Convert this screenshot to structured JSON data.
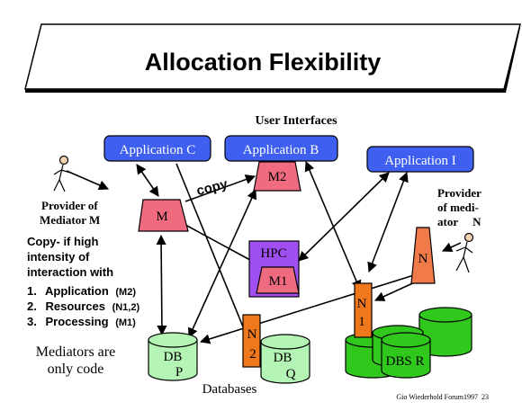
{
  "slide": {
    "title": "Allocation Flexibility",
    "footer": "Gio Wiederhold Forum1997  23"
  },
  "labels": {
    "user_interfaces": "User Interfaces",
    "databases": "Databases",
    "copy": "copy",
    "provider_m": [
      "Provider of",
      "Mediator M"
    ],
    "provider_n": [
      "Provider",
      "of  medi-",
      "ator     N"
    ],
    "hpc": "HPC"
  },
  "applications": {
    "app_c": "Application C",
    "app_b": "Application B",
    "app_i": "Application I"
  },
  "mediators": {
    "m": "M",
    "m2": "M2",
    "m1": "M1",
    "n": "N",
    "n1": [
      "N",
      "1"
    ],
    "n2": [
      "N",
      "2"
    ]
  },
  "databases": {
    "dbp": [
      "DB",
      "P"
    ],
    "dbq": [
      "DB",
      "Q"
    ],
    "dbsr": "DBS R"
  },
  "copy_note": {
    "lines": [
      "Copy- if high",
      "intensity of",
      "interaction with"
    ],
    "items": [
      {
        "num": "1.",
        "text": "Application",
        "ref": "(M2)"
      },
      {
        "num": "2.",
        "text": "Resources",
        "ref": "(N1,2)"
      },
      {
        "num": "3.",
        "text": "Processing",
        "ref": "(M1)"
      }
    ]
  },
  "mediators_note": [
    "Mediators are",
    "only code"
  ],
  "colors": {
    "application_box": "#3f5ff0",
    "mediator_box": "#f06a80",
    "wrapper_box": "#f0781c",
    "hpc_box": "#a050f0",
    "database_small": "#b4f4b4",
    "database_cluster": "#30c81c"
  }
}
